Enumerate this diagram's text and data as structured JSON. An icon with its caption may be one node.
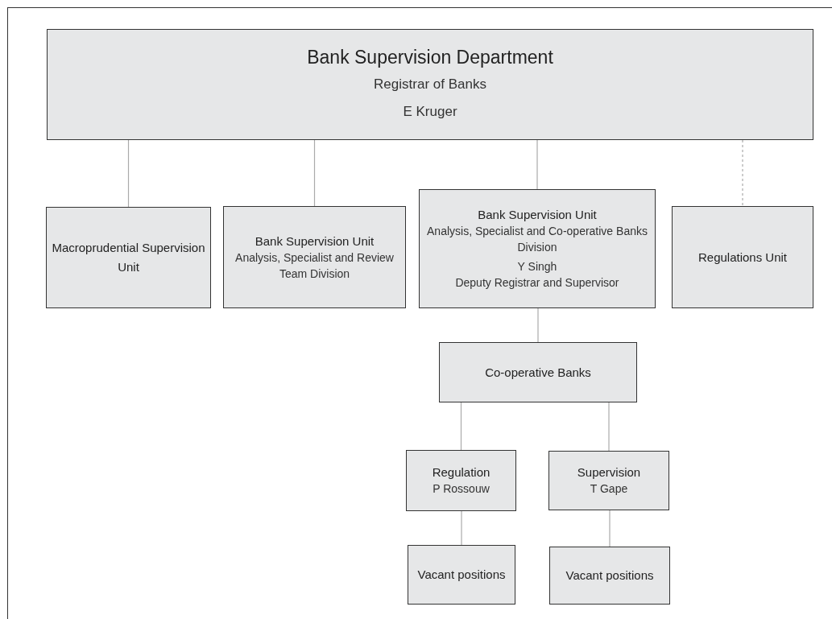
{
  "diagram": {
    "nodes": [
      {
        "text": [
          "Bank Supervision Department",
          "Registrar of Banks",
          "E Kruger"
        ]
      },
      {
        "text": [
          "Macroprudential Supervision Unit"
        ]
      },
      {
        "text": [
          "Bank Supervision Unit",
          "Analysis, Specialist and Review Team Division"
        ]
      },
      {
        "text": [
          "Bank Supervision Unit",
          "Analysis, Specialist and Co-operative Banks Division",
          "Y Singh",
          "Deputy Registrar and Supervisor"
        ]
      },
      {
        "text": [
          "Regulations Unit"
        ]
      },
      {
        "text": [
          "Co-operative Banks"
        ]
      },
      {
        "text": [
          "Regulation",
          "P Rossouw"
        ]
      },
      {
        "text": [
          "Supervision",
          "T Gape"
        ]
      },
      {
        "text": [
          "Vacant positions"
        ]
      },
      {
        "text": [
          "Vacant positions"
        ]
      }
    ],
    "edges": [
      {
        "from": 0,
        "to": 1,
        "arrow": "none"
      },
      {
        "from": 0,
        "to": 2,
        "arrow": "none"
      },
      {
        "from": 0,
        "to": 3,
        "arrow": "none"
      },
      {
        "from": 0,
        "to": 4,
        "arrow": "none",
        "style": "dashed"
      },
      {
        "from": 3,
        "to": 5,
        "arrow": "none"
      },
      {
        "from": 5,
        "to": 6,
        "arrow": "none"
      },
      {
        "from": 5,
        "to": 7,
        "arrow": "none"
      },
      {
        "from": 6,
        "to": 8,
        "arrow": "none"
      },
      {
        "from": 7,
        "to": 9,
        "arrow": "none"
      }
    ]
  }
}
